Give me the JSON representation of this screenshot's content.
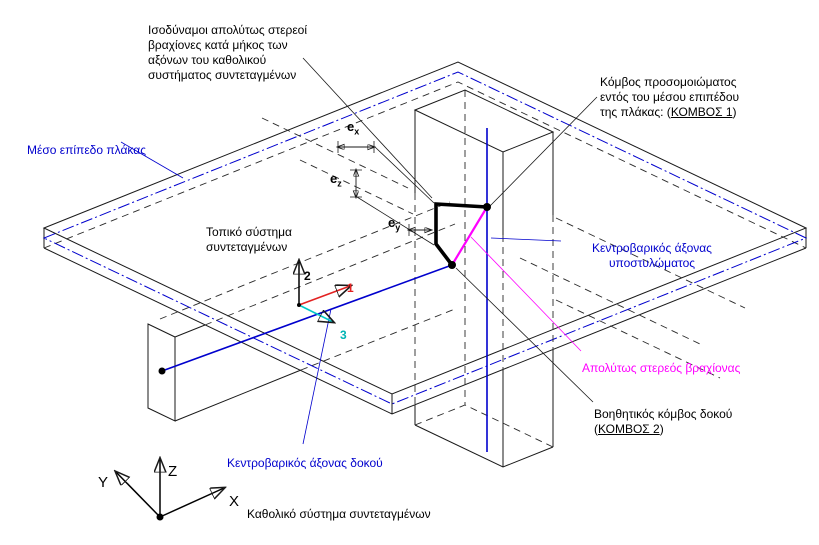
{
  "colors": {
    "line": "#1a1a1a",
    "axis_blue": "#0000cd",
    "rigid_arm_magenta": "#ff00ff",
    "local_axis_1_red": "#e32222",
    "local_axis_3_cyan": "#00c8c8",
    "background": "#ffffff"
  },
  "labels": {
    "equivalent_arms": "Ισοδύναμοι απολύτως στερεοί\nβραχίονες κατά μήκος των\nαξόνων του καθολικού\nσυστήματος συντεταγμένων",
    "node1": {
      "prefix": "Κόμβος προσομοιώματος\nεντός του μέσου επιπέδου\nτης πλάκας: (",
      "underlined": "ΚΟΜΒΟΣ 1",
      "suffix": ")"
    },
    "mid_plane": "Μέσο επίπεδο πλάκας",
    "local_system": "Τοπικό σύστημα\nσυντεταγμένων",
    "column_axis": "Κεντροβαρικός άξονας\nυποστυλώματος",
    "rigid_arm": "Απολύτως στερεός βραχίονας",
    "node2": {
      "prefix": "Βοηθητικός κόμβος δοκού\n(",
      "underlined": "ΚΟΜΒΟΣ 2",
      "suffix": ")"
    },
    "beam_axis": "Κεντροβαρικός άξονας δοκού",
    "global_system": "Καθολικό σύστημα συντεταγμένων",
    "dims": {
      "ex_base": "e",
      "ex_sub": "x",
      "ey_base": "e",
      "ey_sub": "y",
      "ez_base": "e",
      "ez_sub": "z"
    },
    "local_axes": {
      "a1": "1",
      "a2": "2",
      "a3": "3"
    },
    "global_axes": {
      "x": "X",
      "y": "Y",
      "z": "Z"
    }
  }
}
